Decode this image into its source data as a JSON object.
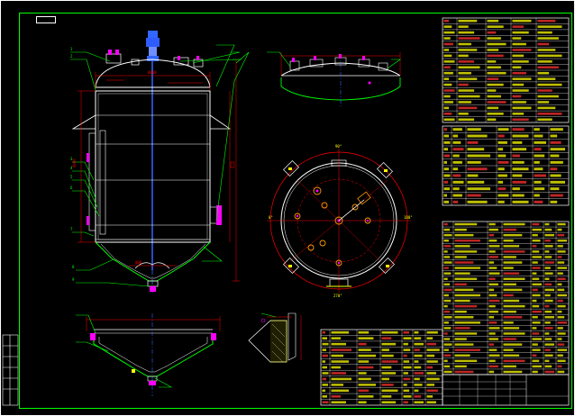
{
  "sheet": {
    "tag": "",
    "title_block_title": "",
    "title_block_code": ""
  },
  "colors": {
    "background": "#000000",
    "frame": "#ffffff",
    "vessel_outline": "#ffffff",
    "leader_lines": "#00ff00",
    "dimension_lines": "#ff0000",
    "nozzles": "#ff00ff",
    "centerline": "#0000ff",
    "table_text": "#ffff00",
    "table_lines": "#ffffff",
    "agitator": "#3366ff"
  },
  "views": {
    "front_elevation": "front-elevation-view",
    "top_head_section": "top-head-section-view",
    "plan_view": "plan-view",
    "cone_bottom_section": "cone-bottom-section-view",
    "nozzle_detail": "nozzle-detail-view"
  },
  "tables": {
    "technical_characteristics_rows": 18,
    "nozzle_table_rows": 12,
    "parts_list_rows": 28,
    "lower_parts_list_rows": 13,
    "revision_rows": 6
  }
}
